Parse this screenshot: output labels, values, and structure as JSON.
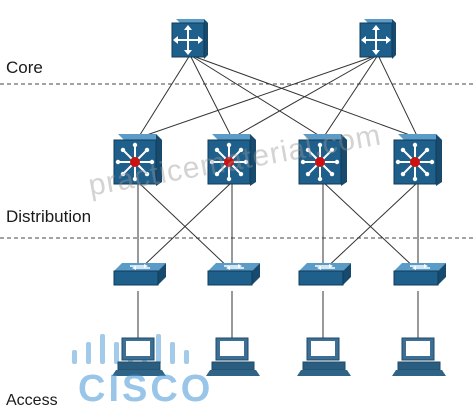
{
  "layers": {
    "core": "Core",
    "distribution": "Distribution",
    "access": "Access"
  },
  "watermark": "practicematerial.com",
  "logo": {
    "text": "CISCO"
  },
  "colors": {
    "device_blue": "#1f5f8c",
    "device_top": "#5b9bc7",
    "link": "#333333",
    "divider": "#444444",
    "router_dot": "#cc1111",
    "logo": "#4696d7"
  },
  "devices": {
    "core": [
      {
        "type": "core-switch"
      },
      {
        "type": "core-switch"
      }
    ],
    "distribution": [
      {
        "type": "multilayer-switch"
      },
      {
        "type": "multilayer-switch"
      },
      {
        "type": "multilayer-switch"
      },
      {
        "type": "multilayer-switch"
      }
    ],
    "access_switches": [
      {
        "type": "switch"
      },
      {
        "type": "switch"
      },
      {
        "type": "switch"
      },
      {
        "type": "switch"
      }
    ],
    "hosts": [
      {
        "type": "workstation"
      },
      {
        "type": "workstation"
      },
      {
        "type": "workstation"
      },
      {
        "type": "workstation"
      }
    ]
  },
  "links": {
    "core_to_distribution": [
      [
        0,
        0
      ],
      [
        0,
        1
      ],
      [
        0,
        2
      ],
      [
        0,
        3
      ],
      [
        1,
        0
      ],
      [
        1,
        1
      ],
      [
        1,
        2
      ],
      [
        1,
        3
      ]
    ],
    "distribution_to_access": [
      [
        0,
        0
      ],
      [
        0,
        1
      ],
      [
        1,
        0
      ],
      [
        1,
        1
      ],
      [
        2,
        2
      ],
      [
        2,
        3
      ],
      [
        3,
        2
      ],
      [
        3,
        3
      ]
    ],
    "access_to_host": [
      [
        0,
        0
      ],
      [
        1,
        1
      ],
      [
        2,
        2
      ],
      [
        3,
        3
      ]
    ]
  }
}
